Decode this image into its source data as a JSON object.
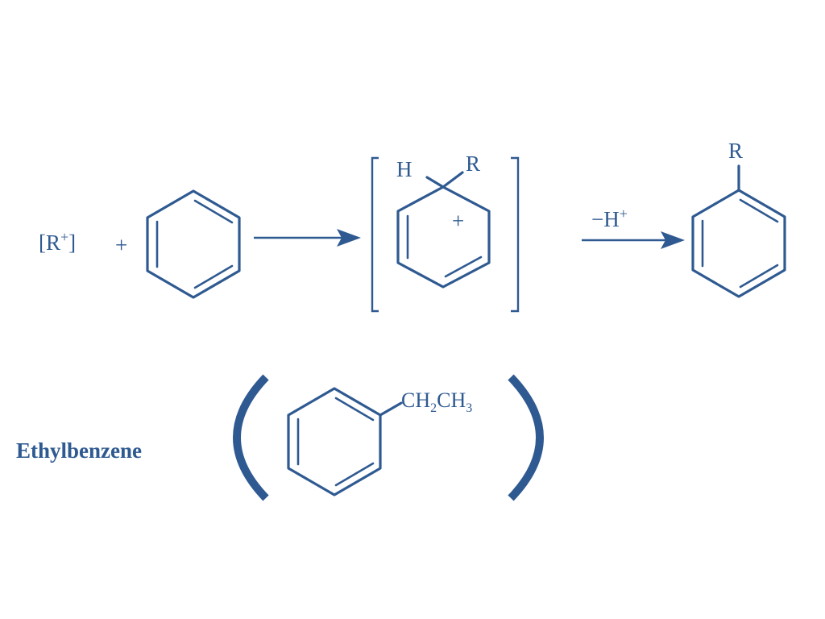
{
  "reaction": {
    "electrophile": {
      "bracket_open": "[",
      "r": "R",
      "charge": "+",
      "bracket_close": "]"
    },
    "plus_sign": "+",
    "intermediate": {
      "h_label": "H",
      "r_label": "R",
      "charge": "+"
    },
    "step2_label": {
      "dash": "−",
      "h": "H",
      "charge": "+"
    },
    "product_r_label": "R"
  },
  "example": {
    "name": "Ethylbenzene",
    "substituent": {
      "ch": "CH",
      "sub1": "2",
      "ch2": "CH",
      "sub2": "3"
    }
  },
  "colors": {
    "ink": "#2f5a91",
    "background": "#ffffff"
  }
}
